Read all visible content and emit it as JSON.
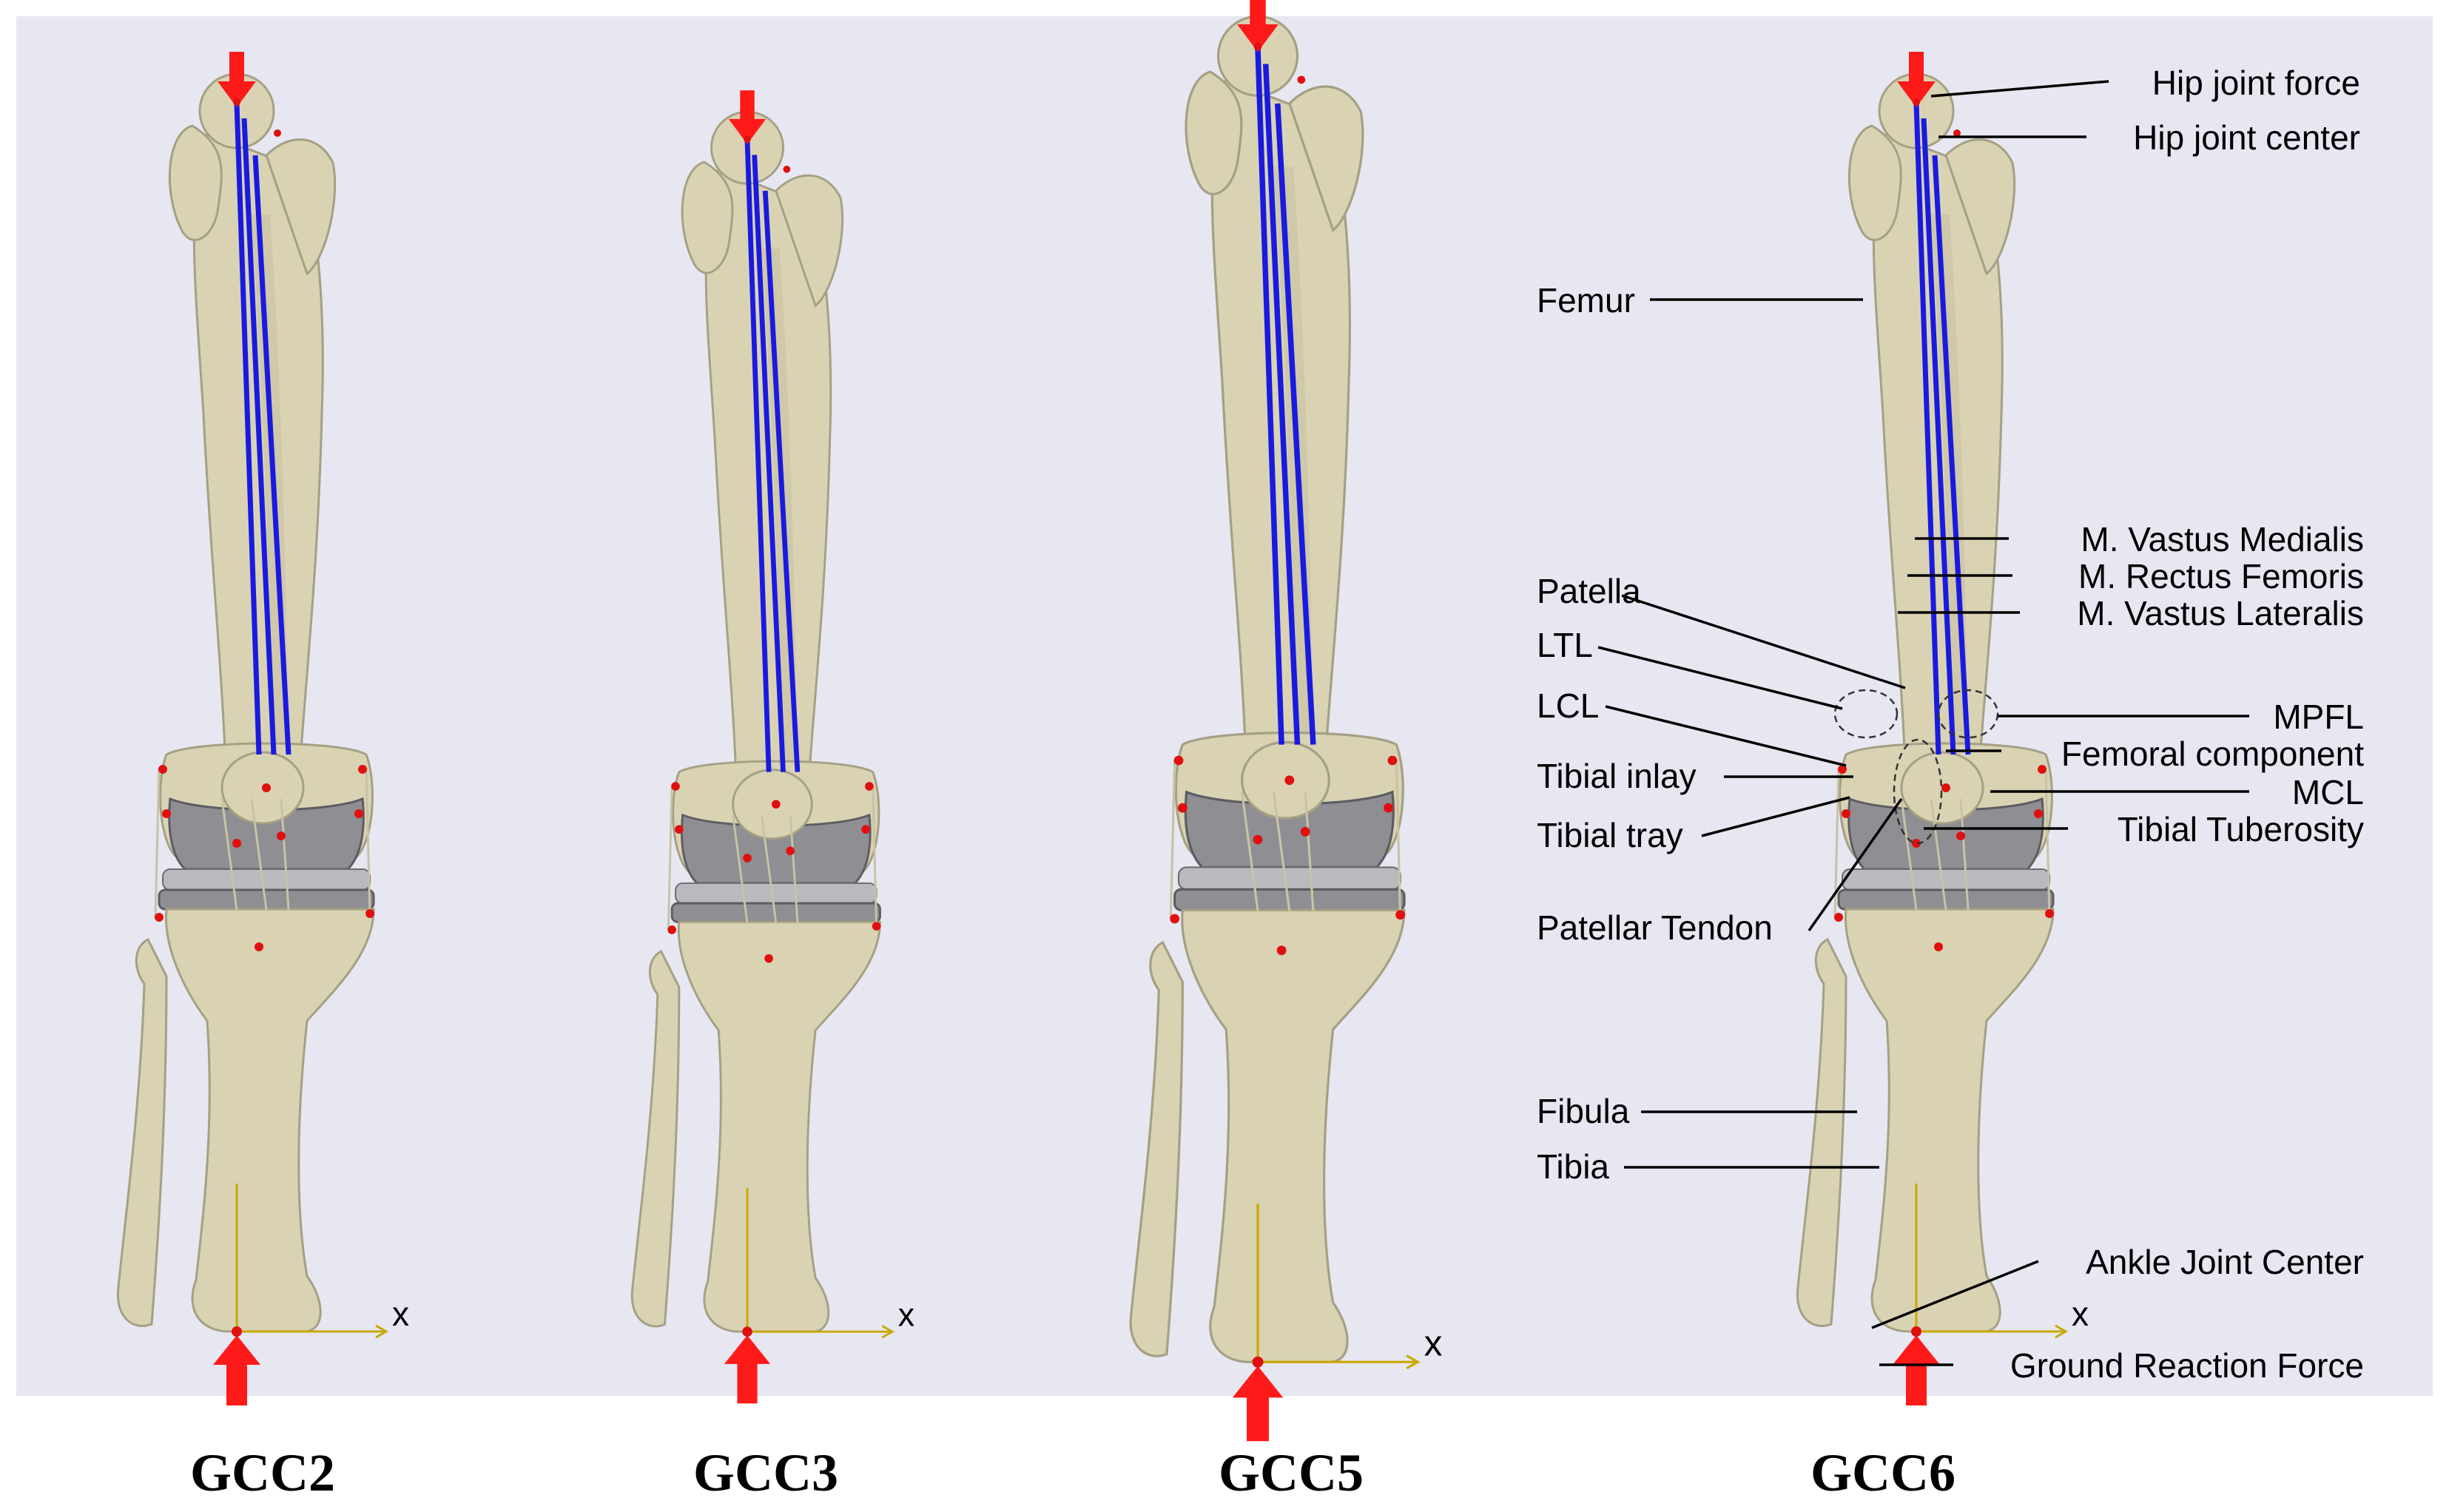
{
  "models": [
    {
      "id": "GCC2",
      "label": "GCC2"
    },
    {
      "id": "GCC3",
      "label": "GCC3"
    },
    {
      "id": "GCC5",
      "label": "GCC5"
    },
    {
      "id": "GCC6",
      "label": "GCC6"
    }
  ],
  "annotations": {
    "hip_joint_force": "Hip joint force",
    "hip_joint_center": "Hip joint center",
    "femur": "Femur",
    "vastus_medialis": "M. Vastus Medialis",
    "rectus_femoris": "M. Rectus Femoris",
    "vastus_lateralis": "M. Vastus Lateralis",
    "patella": "Patella",
    "ltl": "LTL",
    "lcl": "LCL",
    "mpfl": "MPFL",
    "femoral_component": "Femoral component",
    "tibial_inlay": "Tibial inlay",
    "mcl": "MCL",
    "tibial_tray": "Tibial tray",
    "tibial_tuberosity": "Tibial Tuberosity",
    "patellar_tendon": "Patellar Tendon",
    "fibula": "Fibula",
    "tibia": "Tibia",
    "ankle_joint_center": "Ankle Joint Center",
    "ground_reaction_force": "Ground Reaction Force"
  },
  "axis_label": "x",
  "colors": {
    "background": "#e6e7f1",
    "bone": "#d9d3b4",
    "muscle": "#1a1adf",
    "force_arrow": "#ff1a1a",
    "implant": "#8e8e93",
    "axis": "#c8a800"
  }
}
